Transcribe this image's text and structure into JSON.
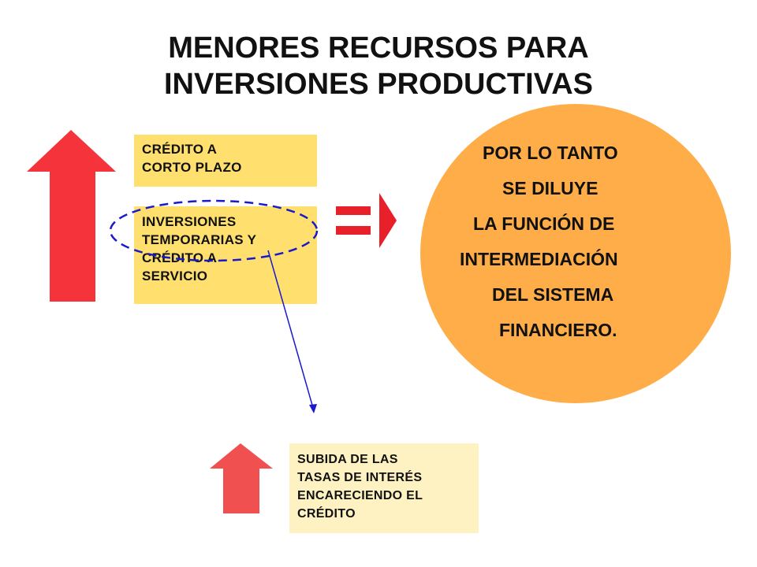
{
  "title": {
    "line1": "MENORES RECURSOS PARA",
    "line2": "INVERSIONES PRODUCTIVAS"
  },
  "box_short_term": {
    "lines": [
      "CRÉDITO A",
      "CORTO PLAZO"
    ]
  },
  "box_investments": {
    "lines": [
      "INVERSIONES",
      "TEMPORARIAS Y",
      "CRÉDITO A",
      "SERVICIO"
    ]
  },
  "box_rates": {
    "lines": [
      "SUBIDA DE LAS",
      "TASAS DE INTERÉS",
      "ENCARECIENDO EL",
      "CRÉDITO"
    ]
  },
  "conclusion": {
    "lines": [
      "POR LO TANTO",
      "SE DILUYE",
      "LA FUNCIÓN DE",
      "INTERMEDIACIÓN",
      "DEL SISTEMA",
      "FINANCIERO."
    ]
  },
  "colors": {
    "big_arrow": "#f4343a",
    "small_arrow": "#f05050",
    "implies_symbol": "#e8202a",
    "yellow_box": "#ffdf6e",
    "light_yellow_box": "#fff2c2",
    "circle": "#ffad48",
    "ellipse_outline": "#1a1acc",
    "pointer_line": "#1a1acc"
  },
  "icons": {
    "big_arrow": "up-arrow",
    "small_arrow": "up-arrow",
    "implies": "equals-arrow"
  }
}
